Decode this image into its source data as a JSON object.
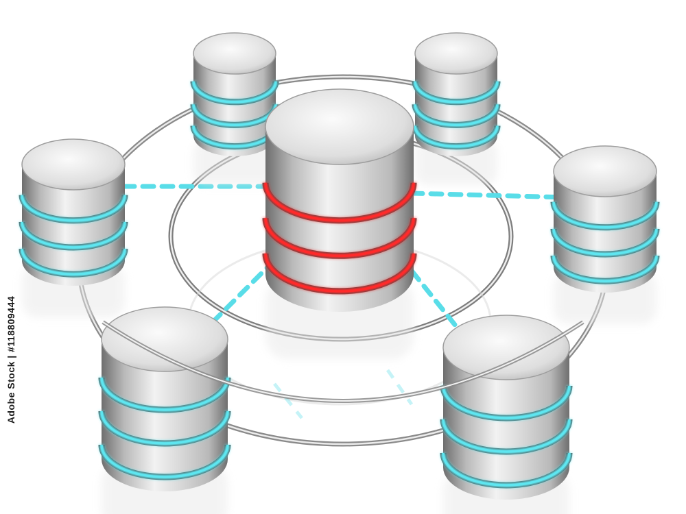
{
  "scene": {
    "subject": "database network",
    "watermark_text": "Adobe Stock",
    "image_id_caption": "Adobe Stock | #118809444",
    "colors": {
      "background": "#ffffff",
      "metal_light": "#f2f2f2",
      "metal_mid": "#b9b9b9",
      "metal_dark": "#6e6e6e",
      "ring_glow": "#5ee6f0",
      "core_glow": "#ff2a2a",
      "connector_dashed": "#59dde8",
      "chrome_ring": "#9a9a9a"
    },
    "cylinders": [
      {
        "name": "database-cylinder-top-left",
        "glow": "cyan"
      },
      {
        "name": "database-cylinder-top-right",
        "glow": "cyan"
      },
      {
        "name": "database-cylinder-left",
        "glow": "cyan"
      },
      {
        "name": "database-cylinder-right",
        "glow": "cyan"
      },
      {
        "name": "database-cylinder-bottom-left",
        "glow": "cyan"
      },
      {
        "name": "database-cylinder-bottom-right",
        "glow": "cyan"
      },
      {
        "name": "database-cylinder-center",
        "glow": "red"
      }
    ]
  }
}
